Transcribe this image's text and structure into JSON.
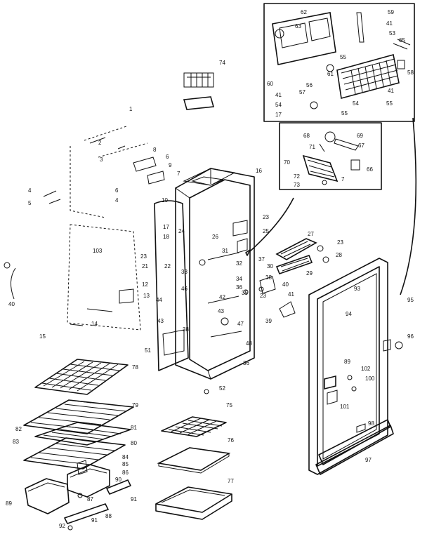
{
  "labels": {
    "p1": "1",
    "p2": "2",
    "p3": "3",
    "p4": "4",
    "p5": "5",
    "p6": "6",
    "p7": "7",
    "p8": "8",
    "p9": "9",
    "p10": "10",
    "p12": "12",
    "p13": "13",
    "p14": "14",
    "p15": "15",
    "p16": "16",
    "p17": "17",
    "p18": "18",
    "p21": "21",
    "p22": "22",
    "p23": "23",
    "p24": "24",
    "p25": "25",
    "p26": "26",
    "p27": "27",
    "p28": "28",
    "p29": "29",
    "p30": "30",
    "p31": "31",
    "p32": "32",
    "p33": "33",
    "p34": "34",
    "p35": "35",
    "p36": "36",
    "p37": "37",
    "p38": "38",
    "p39": "39",
    "p40": "40",
    "p41": "41",
    "p42": "42",
    "p43": "43",
    "p44": "44",
    "p46": "46",
    "p47": "47",
    "p48": "48",
    "p51": "51",
    "p52": "52",
    "p53": "53",
    "p54": "54",
    "p55": "55",
    "p56": "56",
    "p57": "57",
    "p58": "58",
    "p59": "59",
    "p60": "60",
    "p61": "61",
    "p62": "62",
    "p63": "63",
    "p65": "65",
    "p66": "66",
    "p67": "67",
    "p68": "68",
    "p69": "69",
    "p70": "70",
    "p71": "71",
    "p72": "72",
    "p73": "73",
    "p74": "74",
    "p75": "75",
    "p76": "76",
    "p77": "77",
    "p78": "78",
    "p79": "79",
    "p80": "80",
    "p81": "81",
    "p82": "82",
    "p83": "83",
    "p84": "84",
    "p85": "85",
    "p86": "86",
    "p87": "87",
    "p88": "88",
    "p89": "89",
    "p90": "90",
    "p91": "91",
    "p92": "92",
    "p93": "93",
    "p94": "94",
    "p95": "95",
    "p96": "96",
    "p97": "97",
    "p98": "98",
    "p100": "100",
    "p101": "101",
    "p102": "102",
    "p103": "103"
  }
}
